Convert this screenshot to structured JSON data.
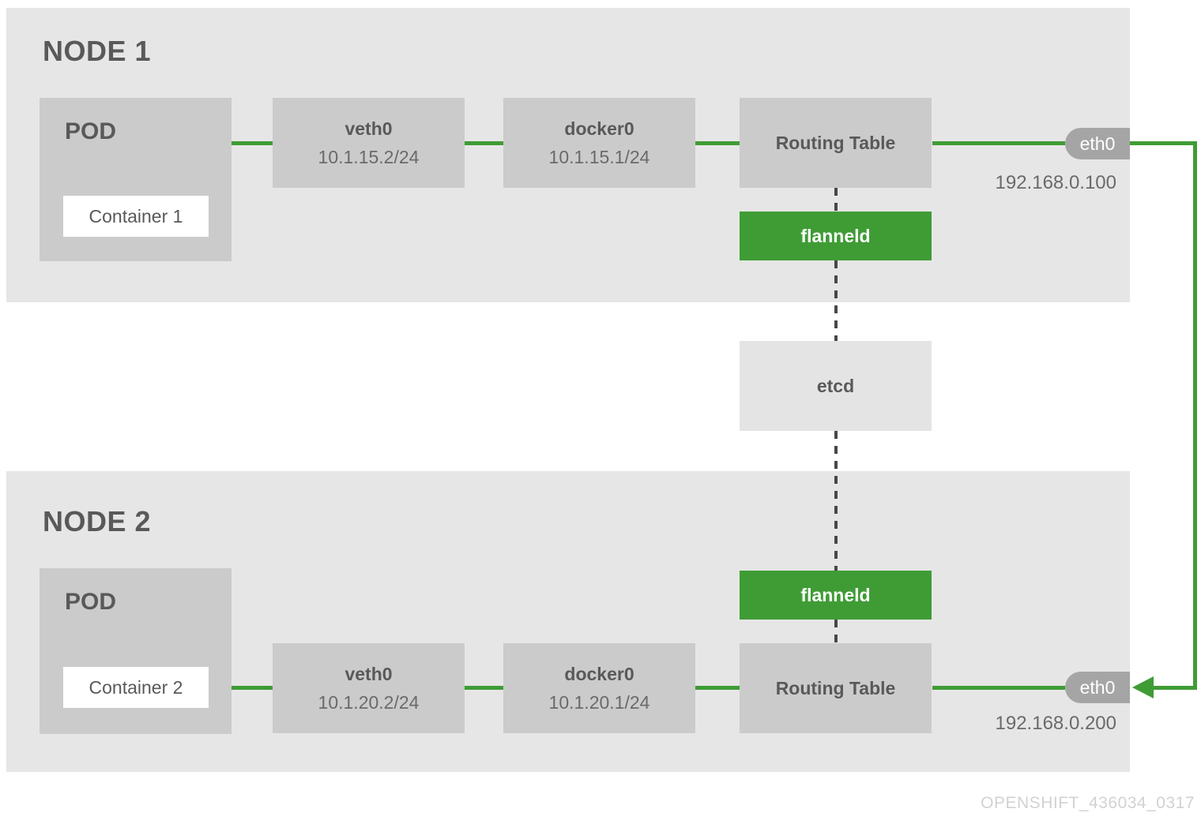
{
  "diagram": {
    "watermark": "OPENSHIFT_436034_0317",
    "etcd_label": "etcd",
    "colors": {
      "green": "#3f9c35",
      "node_background": "#e6e6e6",
      "box_background": "#cbcbcb",
      "etcd_background": "#e4e4e4",
      "eth_pill_background": "#a5a5a5",
      "text": "#595959",
      "dash": "#474747",
      "watermark": "#d2d2d2"
    },
    "nodes": [
      {
        "title": "NODE 1",
        "pod": {
          "label": "POD",
          "container": "Container 1"
        },
        "veth": {
          "name": "veth0",
          "ip": "10.1.15.2/24"
        },
        "docker": {
          "name": "docker0",
          "ip": "10.1.15.1/24"
        },
        "routing_label": "Routing Table",
        "flanneld_label": "flanneld",
        "eth": {
          "name": "eth0",
          "ip": "192.168.0.100"
        }
      },
      {
        "title": "NODE 2",
        "pod": {
          "label": "POD",
          "container": "Container 2"
        },
        "veth": {
          "name": "veth0",
          "ip": "10.1.20.2/24"
        },
        "docker": {
          "name": "docker0",
          "ip": "10.1.20.1/24"
        },
        "routing_label": "Routing Table",
        "flanneld_label": "flanneld",
        "eth": {
          "name": "eth0",
          "ip": "192.168.0.200"
        }
      }
    ]
  }
}
